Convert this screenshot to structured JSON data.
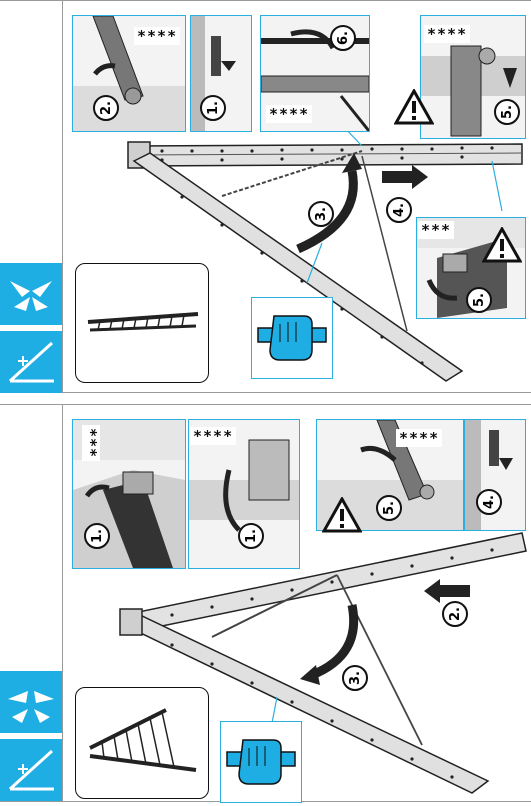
{
  "panels": [
    {
      "stars": [
        "****",
        "****",
        "****",
        "***"
      ],
      "steps": [
        "2.",
        "1.",
        "6.",
        "5.",
        "3.",
        "4.",
        "5."
      ]
    },
    {
      "stars": [
        "***",
        "****",
        "****"
      ],
      "steps": [
        "1.",
        "1.",
        "5.",
        "4.",
        "2.",
        "3."
      ]
    }
  ],
  "colors": {
    "accent": "#1eaee4",
    "frame": "#2ab0df",
    "metal": "#d6d6d6",
    "dark": "#222222"
  },
  "icons": [
    "fold-ladder-icon",
    "unfold-ladder-icon",
    "ladder-angle-icon",
    "grip-hand-icon",
    "warning-icon",
    "rotate-arrow-icon",
    "push-arrow-icon"
  ]
}
